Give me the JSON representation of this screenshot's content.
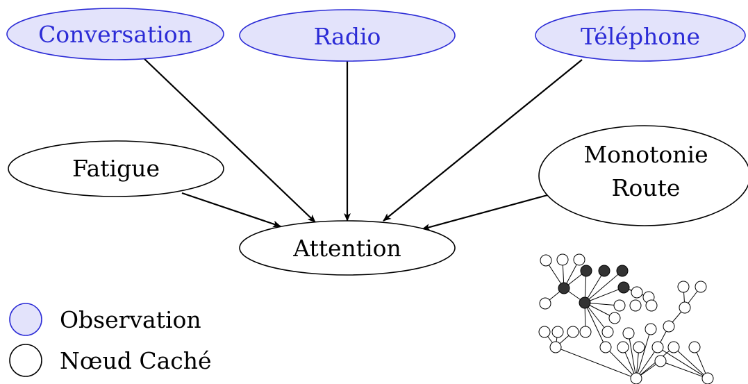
{
  "colors": {
    "observation_fill": "#e3e3fb",
    "observation_stroke": "#2b2bd6",
    "observation_text": "#2b2bd6",
    "hidden_fill": "#ffffff",
    "hidden_stroke": "#000000",
    "hidden_text": "#000000",
    "edge": "#000000",
    "mini_filled": "#333333"
  },
  "nodes": {
    "conversation": {
      "label": "Conversation",
      "kind": "observation"
    },
    "radio": {
      "label": "Radio",
      "kind": "observation"
    },
    "telephone": {
      "label": "Téléphone",
      "kind": "observation"
    },
    "fatigue": {
      "label": "Fatigue",
      "kind": "hidden"
    },
    "monotonie": {
      "label_line1": "Monotonie",
      "label_line2": "Route",
      "kind": "hidden"
    },
    "attention": {
      "label": "Attention",
      "kind": "hidden"
    }
  },
  "edges": [
    {
      "from": "conversation",
      "to": "attention"
    },
    {
      "from": "radio",
      "to": "attention"
    },
    {
      "from": "telephone",
      "to": "attention"
    },
    {
      "from": "fatigue",
      "to": "attention"
    },
    {
      "from": "monotonie",
      "to": "attention"
    }
  ],
  "legend": {
    "observation": "Observation",
    "hidden": "Nœud Caché"
  }
}
